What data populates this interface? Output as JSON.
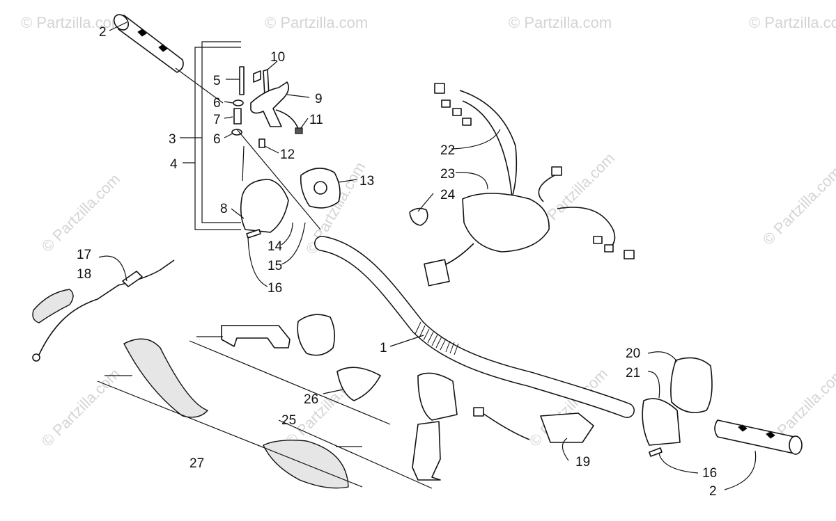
{
  "watermark": "© Partzilla.com",
  "callouts": {
    "c1": "1",
    "c2a": "2",
    "c2b": "2",
    "c3": "3",
    "c4": "4",
    "c5": "5",
    "c6a": "6",
    "c6b": "6",
    "c7": "7",
    "c8": "8",
    "c9": "9",
    "c10": "10",
    "c11": "11",
    "c12": "12",
    "c13": "13",
    "c14": "14",
    "c15": "15",
    "c16a": "16",
    "c16b": "16",
    "c17": "17",
    "c18": "18",
    "c19": "19",
    "c20": "20",
    "c21": "21",
    "c22": "22",
    "c23": "23",
    "c24": "24",
    "c25": "25",
    "c26": "26",
    "c27": "27"
  }
}
